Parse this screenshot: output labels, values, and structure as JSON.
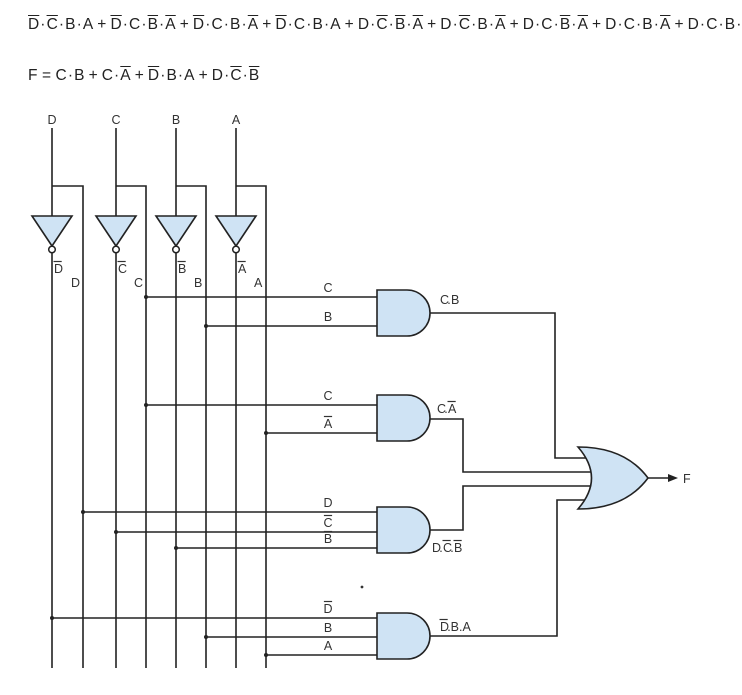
{
  "equations": {
    "expanded": [
      [
        {
          "v": "D",
          "o": true
        },
        {
          "v": "C",
          "o": true
        },
        {
          "v": "B",
          "o": false
        },
        {
          "v": "A",
          "o": false
        }
      ],
      [
        {
          "v": "D",
          "o": true
        },
        {
          "v": "C",
          "o": false
        },
        {
          "v": "B",
          "o": true
        },
        {
          "v": "A",
          "o": true
        }
      ],
      [
        {
          "v": "D",
          "o": true
        },
        {
          "v": "C",
          "o": false
        },
        {
          "v": "B",
          "o": false
        },
        {
          "v": "A",
          "o": true
        }
      ],
      [
        {
          "v": "D",
          "o": true
        },
        {
          "v": "C",
          "o": false
        },
        {
          "v": "B",
          "o": false
        },
        {
          "v": "A",
          "o": false
        }
      ],
      [
        {
          "v": "D",
          "o": false
        },
        {
          "v": "C",
          "o": true
        },
        {
          "v": "B",
          "o": true
        },
        {
          "v": "A",
          "o": true
        }
      ],
      [
        {
          "v": "D",
          "o": false
        },
        {
          "v": "C",
          "o": true
        },
        {
          "v": "B",
          "o": false
        },
        {
          "v": "A",
          "o": true
        }
      ],
      [
        {
          "v": "D",
          "o": false
        },
        {
          "v": "C",
          "o": false
        },
        {
          "v": "B",
          "o": true
        },
        {
          "v": "A",
          "o": true
        }
      ],
      [
        {
          "v": "D",
          "o": false
        },
        {
          "v": "C",
          "o": false
        },
        {
          "v": "B",
          "o": false
        },
        {
          "v": "A",
          "o": true
        }
      ],
      [
        {
          "v": "D",
          "o": false
        },
        {
          "v": "C",
          "o": false
        },
        {
          "v": "B",
          "o": false
        },
        {
          "v": "A",
          "o": false
        }
      ]
    ],
    "simplified_prefix": "F = ",
    "simplified": [
      [
        {
          "v": "C",
          "o": false
        },
        {
          "v": "B",
          "o": false
        }
      ],
      [
        {
          "v": "C",
          "o": false
        },
        {
          "v": "A",
          "o": true
        }
      ],
      [
        {
          "v": "D",
          "o": true
        },
        {
          "v": "B",
          "o": false
        },
        {
          "v": "A",
          "o": false
        }
      ],
      [
        {
          "v": "D",
          "o": false
        },
        {
          "v": "C",
          "o": true
        },
        {
          "v": "B",
          "o": true
        }
      ]
    ],
    "plus": "+",
    "dot": "·"
  },
  "inputs": [
    "D",
    "C",
    "B",
    "A"
  ],
  "inverter_labels": [
    "D",
    "C",
    "B",
    "A"
  ],
  "buffer_labels": [
    "D",
    "C",
    "B",
    "A"
  ],
  "gates": [
    {
      "inputs": [
        {
          "t": "C",
          "o": false
        },
        {
          "t": "B",
          "o": false
        }
      ],
      "output": [
        {
          "t": "C",
          "o": false
        },
        {
          "t": ".",
          "o": false
        },
        {
          "t": "B",
          "o": false
        }
      ]
    },
    {
      "inputs": [
        {
          "t": "C",
          "o": false
        },
        {
          "t": "A",
          "o": true
        }
      ],
      "output": [
        {
          "t": "C",
          "o": false
        },
        {
          "t": ".",
          "o": false
        },
        {
          "t": "A",
          "o": true
        }
      ]
    },
    {
      "inputs": [
        {
          "t": "D",
          "o": false
        },
        {
          "t": "C",
          "o": true
        },
        {
          "t": "B",
          "o": true
        }
      ],
      "output": [
        {
          "t": "D",
          "o": false
        },
        {
          "t": ".",
          "o": false
        },
        {
          "t": "C",
          "o": true
        },
        {
          "t": ".",
          "o": false
        },
        {
          "t": "B",
          "o": true
        }
      ]
    },
    {
      "inputs": [
        {
          "t": "D",
          "o": true
        },
        {
          "t": "B",
          "o": false
        },
        {
          "t": "A",
          "o": false
        }
      ],
      "output": [
        {
          "t": "D",
          "o": true
        },
        {
          "t": ".B.A",
          "o": false
        }
      ]
    }
  ],
  "output_label": "F",
  "colors": {
    "gate_fill": "#cfe3f4",
    "wire": "#222222"
  }
}
